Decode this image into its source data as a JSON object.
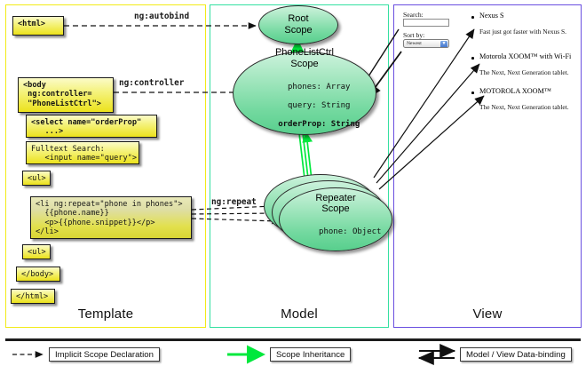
{
  "panels": {
    "template": {
      "label": "Template",
      "border_color": "#f2eb18"
    },
    "model": {
      "label": "Model",
      "border_color": "#35e0a1"
    },
    "view": {
      "label": "View",
      "border_color": "#6a4fe0"
    }
  },
  "template_boxes": [
    {
      "id": "html-open",
      "text": "<html>"
    },
    {
      "id": "body-open",
      "text": "<body\n ng:controller=\n \"PhoneListCtrl\">"
    },
    {
      "id": "select",
      "text": "<select name=\"orderProp\"\n   ...>"
    },
    {
      "id": "fulltext",
      "text": "Fulltext Search:\n   <input name=\"query\">"
    },
    {
      "id": "ul-open",
      "text": "<ul>"
    },
    {
      "id": "li-repeat",
      "text": "<li ng:repeat=\"phone in phones\">\n  {{phone.name}}\n  <p>{{phone.snippet}}</p>\n</li>"
    },
    {
      "id": "ul-close",
      "text": "<ul>"
    },
    {
      "id": "body-close",
      "text": "</body>"
    },
    {
      "id": "html-close",
      "text": "</html>"
    }
  ],
  "edge_labels": {
    "autobind": "ng:autobind",
    "controller": "ng:controller",
    "repeat": "ng:repeat"
  },
  "scopes": [
    {
      "id": "root-scope",
      "title_line1": "Root",
      "title_line2": "Scope",
      "body": ""
    },
    {
      "id": "phonelistctrl-scope",
      "title_line1": "PhoneListCtrl",
      "title_line2": "Scope",
      "body_line1": "phones: Array",
      "body_line2": "query: String",
      "body_line3": "orderProp: String"
    },
    {
      "id": "repeater-scope",
      "title_line1": "Repeater",
      "title_line2": "Scope",
      "body_line1": "phone: Object"
    }
  ],
  "view": {
    "search_label": "Search:",
    "search_value": "",
    "sort_label": "Sort by:",
    "sort_selected": "Newest",
    "items": [
      {
        "title": "Nexus S",
        "snippet": "Fast just got faster with Nexus S."
      },
      {
        "title": "Motorola XOOM™ with Wi-Fi",
        "snippet": "The Next, Next Generation tablet."
      },
      {
        "title": "MOTOROLA XOOM™",
        "snippet": "The Next, Next Generation tablet."
      }
    ]
  },
  "legend": [
    {
      "id": "implicit-scope-declaration",
      "label": "Implicit Scope Declaration",
      "style": "dashed-arrow",
      "color": "#111111"
    },
    {
      "id": "scope-inheritance",
      "label": "Scope Inheritance",
      "style": "solid-arrow",
      "color": "#00e83c"
    },
    {
      "id": "model-view-data-binding",
      "label": "Model / View Data-binding",
      "style": "double-arrow",
      "color": "#111111"
    }
  ]
}
